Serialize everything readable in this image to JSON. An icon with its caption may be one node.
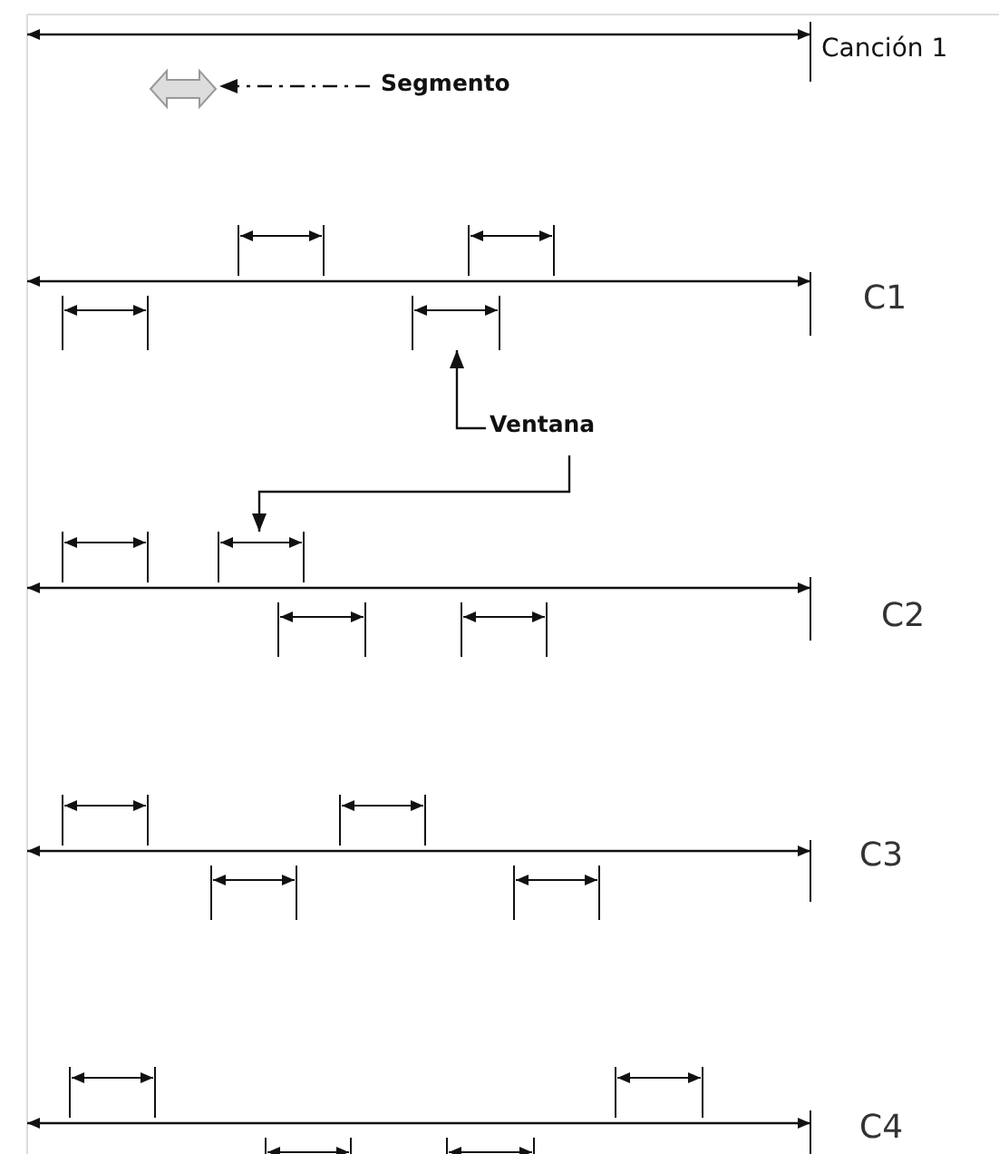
{
  "diagram": {
    "nodes": [
      {
        "text": [],
        "shape": "arrow"
      },
      {
        "text": [
          "Segmento"
        ]
      },
      {
        "text": [],
        "shape": "arrow"
      },
      {
        "text": [],
        "shape": "arrow"
      },
      {
        "text": [],
        "shape": "arrow"
      },
      {
        "text": [],
        "shape": "arrow"
      },
      {
        "text": [
          "Ventana"
        ]
      },
      {
        "text": [],
        "shape": "arrow"
      },
      {
        "text": [],
        "shape": "arrow"
      },
      {
        "text": [],
        "shape": "arrow"
      },
      {
        "text": [],
        "shape": "arrow"
      },
      {
        "text": [],
        "shape": "arrow"
      },
      {
        "text": [],
        "shape": "arrow"
      },
      {
        "text": [],
        "shape": "arrow"
      },
      {
        "text": [],
        "shape": "arrow"
      },
      {
        "text": [],
        "shape": "arrow"
      },
      {
        "text": [],
        "shape": "arrow"
      },
      {
        "text": [],
        "shape": "arrow"
      },
      {
        "text": [],
        "shape": "arrow"
      }
    ],
    "edges": [
      {
        "from": 1,
        "to": 0,
        "arrow": "to",
        "style": "dashed"
      },
      {
        "from": 6,
        "to": 5,
        "arrow": "to"
      },
      {
        "from": 6,
        "to": 8,
        "arrow": "to"
      }
    ],
    "labels": [
      "Canción 1",
      "C1",
      "C2",
      "C3",
      "C4"
    ]
  }
}
